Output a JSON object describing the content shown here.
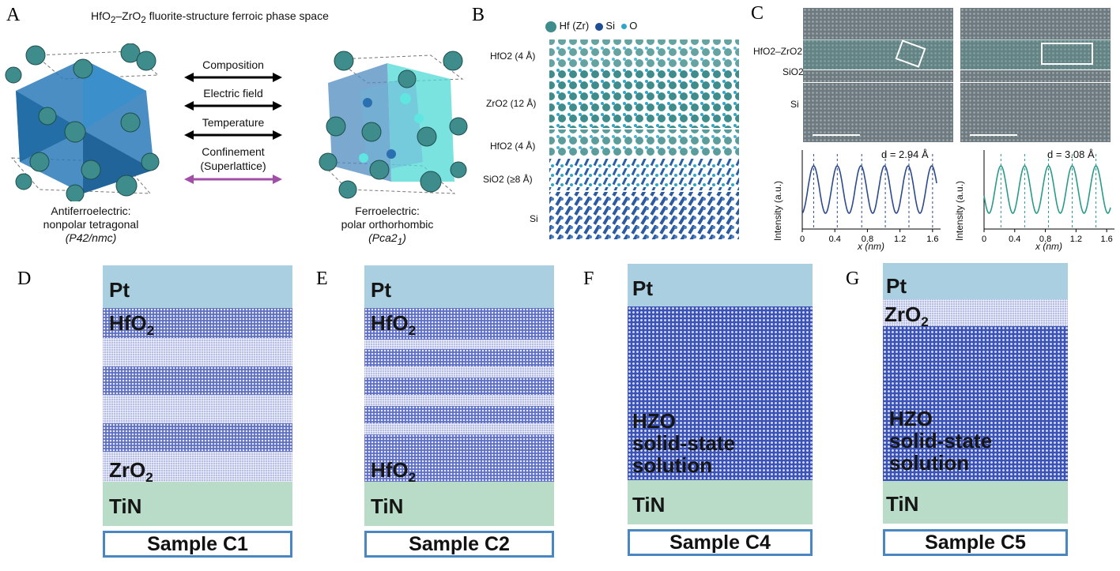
{
  "panel_labels": {
    "a": "A",
    "b": "B",
    "c": "C",
    "d": "D",
    "e": "E",
    "f": "F",
    "g": "G"
  },
  "panel_a": {
    "title_pre": "HfO",
    "title_sub1": "2",
    "title_mid": "–ZrO",
    "title_sub2": "2",
    "title_post": " fluorite-structure ferroic phase space",
    "arrows": [
      "Composition",
      "Electric field",
      "Temperature"
    ],
    "confinement_line1": "Confinement",
    "confinement_line2": "(Superlattice)",
    "left_caption_line1": "Antiferroelectric:",
    "left_caption_line2": "nonpolar tetragonal",
    "left_caption_line3": "(P42/nmc)",
    "right_caption_line1": "Ferroelectric:",
    "right_caption_line2": "polar orthorhombic",
    "right_caption_line3_pre": "(Pca2",
    "right_caption_line3_sub": "1",
    "right_caption_line3_post": ")",
    "colors": {
      "black_arrow": "#000000",
      "purple_arrow": "#a14ea6",
      "cell_blue": "#2a7fbf",
      "cell_cyan": "#3fd6d6"
    }
  },
  "panel_b": {
    "legend": [
      "Hf (Zr)",
      "Si",
      "O"
    ],
    "layers": [
      "HfO2 (4 Å)",
      "ZrO2 (12 Å)",
      "HfO2 (4 Å)",
      "SiO2 (≥8 Å)",
      "Si"
    ]
  },
  "panel_c": {
    "layers": [
      "HfO2–ZrO2",
      "SiO2",
      "Si"
    ],
    "ylabel": "Intensity (a.u.)",
    "xlabel": "x (nm)",
    "xticks": [
      "0",
      "0.4",
      "0.8",
      "1.2",
      "1.6"
    ],
    "left_d": "d = 2.94 Å",
    "right_d": "d = 3.08 Å"
  },
  "chart_data": [
    {
      "type": "line",
      "title": "",
      "xlabel": "x (nm)",
      "ylabel": "Intensity (a.u.)",
      "xlim": [
        0,
        1.65
      ],
      "x_peaks": [
        0.14,
        0.43,
        0.73,
        1.02,
        1.31,
        1.6
      ],
      "annotation": "d = 2.94 Å",
      "color": "#2c4a8c"
    },
    {
      "type": "line",
      "title": "",
      "xlabel": "x (nm)",
      "ylabel": "Intensity (a.u.)",
      "xlim": [
        0,
        1.65
      ],
      "x_peaks": [
        0.22,
        0.53,
        0.84,
        1.15,
        1.46
      ],
      "annotation": "d = 3.08 Å",
      "color": "#2a9a8a"
    }
  ],
  "samples": [
    {
      "panel": "D",
      "name": "Sample C1",
      "top_label": "Pt",
      "upper_label": "HfO",
      "lower_label": "ZrO",
      "bottom_label": "TiN"
    },
    {
      "panel": "E",
      "name": "Sample C2",
      "top_label": "Pt",
      "upper_label": "HfO",
      "lower_label": "HfO",
      "bottom_label": "TiN"
    },
    {
      "panel": "F",
      "name": "Sample C4",
      "top_label": "Pt",
      "hzo_line1": "HZO",
      "hzo_line2": "solid-state",
      "hzo_line3": "solution",
      "bottom_label": "TiN"
    },
    {
      "panel": "G",
      "name": "Sample C5",
      "top_label": "Pt",
      "upper_label": "ZrO",
      "hzo_line1": "HZO",
      "hzo_line2": "solid-state",
      "hzo_line3": "solution",
      "bottom_label": "TiN"
    }
  ],
  "sub2": "2"
}
